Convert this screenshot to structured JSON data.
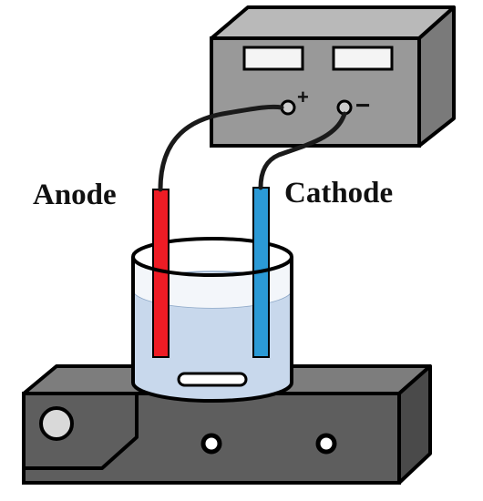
{
  "labels": {
    "anode": "Anode",
    "cathode": "Cathode",
    "positive_terminal": "+",
    "negative_terminal": "−"
  },
  "colors": {
    "anode": "#ee1c25",
    "cathode": "#2b9ad6",
    "power_supply": "#999999",
    "stirrer_base": "#5e5e5e",
    "solution": "#c8d8ec",
    "wire": "#1a1a1a"
  },
  "components": {
    "power_supply": "dc-power-supply",
    "beaker": "glass-beaker",
    "stirrer": "magnetic-stirrer-hotplate",
    "stir_bar": "magnetic-stir-bar"
  }
}
